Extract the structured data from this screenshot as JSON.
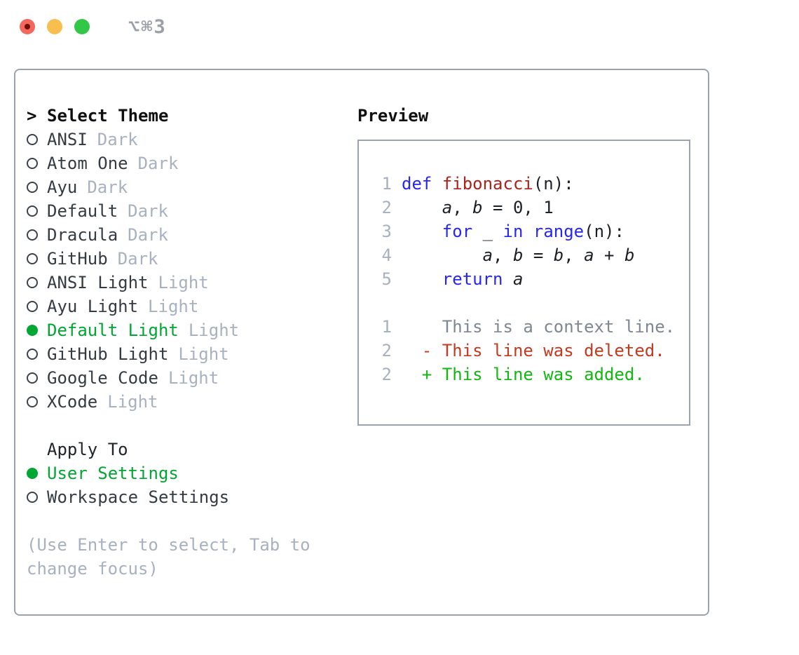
{
  "window": {
    "shortcut_label": "⌥⌘3",
    "traffic_lights": [
      {
        "name": "close",
        "color": "#f3675c"
      },
      {
        "name": "minimize",
        "color": "#f7bf4f"
      },
      {
        "name": "zoom",
        "color": "#33c748"
      }
    ]
  },
  "theme_selector": {
    "header_prefix": ">",
    "header": "Select Theme",
    "items": [
      {
        "label": "ANSI",
        "tag": "Dark",
        "selected": false
      },
      {
        "label": "Atom One",
        "tag": "Dark",
        "selected": false
      },
      {
        "label": "Ayu",
        "tag": "Dark",
        "selected": false
      },
      {
        "label": "Default",
        "tag": "Dark",
        "selected": false
      },
      {
        "label": "Dracula",
        "tag": "Dark",
        "selected": false
      },
      {
        "label": "GitHub",
        "tag": "Dark",
        "selected": false
      },
      {
        "label": "ANSI Light",
        "tag": "Light",
        "selected": false
      },
      {
        "label": "Ayu Light",
        "tag": "Light",
        "selected": false
      },
      {
        "label": "Default Light",
        "tag": "Light",
        "selected": true
      },
      {
        "label": "GitHub Light",
        "tag": "Light",
        "selected": false
      },
      {
        "label": "Google Code",
        "tag": "Light",
        "selected": false
      },
      {
        "label": "XCode",
        "tag": "Light",
        "selected": false
      }
    ],
    "apply_to": {
      "header": "Apply To",
      "options": [
        {
          "label": "User Settings",
          "selected": true
        },
        {
          "label": "Workspace Settings",
          "selected": false
        }
      ]
    },
    "help_lines": [
      "(Use Enter to select, Tab to",
      "change focus)"
    ]
  },
  "preview": {
    "header": "Preview",
    "code_lines": [
      {
        "num": "1",
        "tokens": [
          [
            "def",
            "kw"
          ],
          [
            " ",
            "pl"
          ],
          [
            "fibonacci",
            "fn"
          ],
          [
            "(n):",
            "pl"
          ]
        ]
      },
      {
        "num": "2",
        "tokens": [
          [
            "    ",
            "pl"
          ],
          [
            "a",
            "v"
          ],
          [
            ", ",
            "pl"
          ],
          [
            "b",
            "v"
          ],
          [
            " = 0, 1",
            "pl"
          ]
        ]
      },
      {
        "num": "3",
        "tokens": [
          [
            "    ",
            "pl"
          ],
          [
            "for",
            "kw"
          ],
          [
            " _ ",
            "pl"
          ],
          [
            "in",
            "kw"
          ],
          [
            " ",
            "pl"
          ],
          [
            "range",
            "kw"
          ],
          [
            "(n):",
            "pl"
          ]
        ]
      },
      {
        "num": "4",
        "tokens": [
          [
            "        ",
            "pl"
          ],
          [
            "a",
            "v"
          ],
          [
            ", ",
            "pl"
          ],
          [
            "b",
            "v"
          ],
          [
            " = ",
            "pl"
          ],
          [
            "b",
            "v"
          ],
          [
            ", ",
            "pl"
          ],
          [
            "a",
            "v"
          ],
          [
            " + ",
            "pl"
          ],
          [
            "b",
            "v"
          ]
        ]
      },
      {
        "num": "5",
        "tokens": [
          [
            "    ",
            "pl"
          ],
          [
            "return",
            "kw"
          ],
          [
            " ",
            "pl"
          ],
          [
            "a",
            "v"
          ]
        ]
      }
    ],
    "diff_lines": [
      {
        "num": "1",
        "type": "context",
        "text": "    This is a context line."
      },
      {
        "num": "2",
        "type": "deleted",
        "text": "  - This line was deleted."
      },
      {
        "num": "2",
        "type": "added",
        "text": "  + This line was added."
      }
    ]
  },
  "colors": {
    "accent_green": "#00a732",
    "added_green": "#12b712",
    "deleted_red": "#c43a20",
    "keyword_blue": "#2727f2",
    "function_red": "#a8241b",
    "code_text": "#1c2025",
    "context_gray": "#7e8792",
    "muted_gray": "#a7b1bf",
    "text_dark": "#353b43",
    "border_gray": "#9aa3ae",
    "titlebar_gray": "#9aa0a6",
    "traffic_red": "#f3675c",
    "traffic_red_dot": "#6e0f06",
    "traffic_yellow": "#f7bf4f",
    "traffic_green": "#33c748"
  }
}
